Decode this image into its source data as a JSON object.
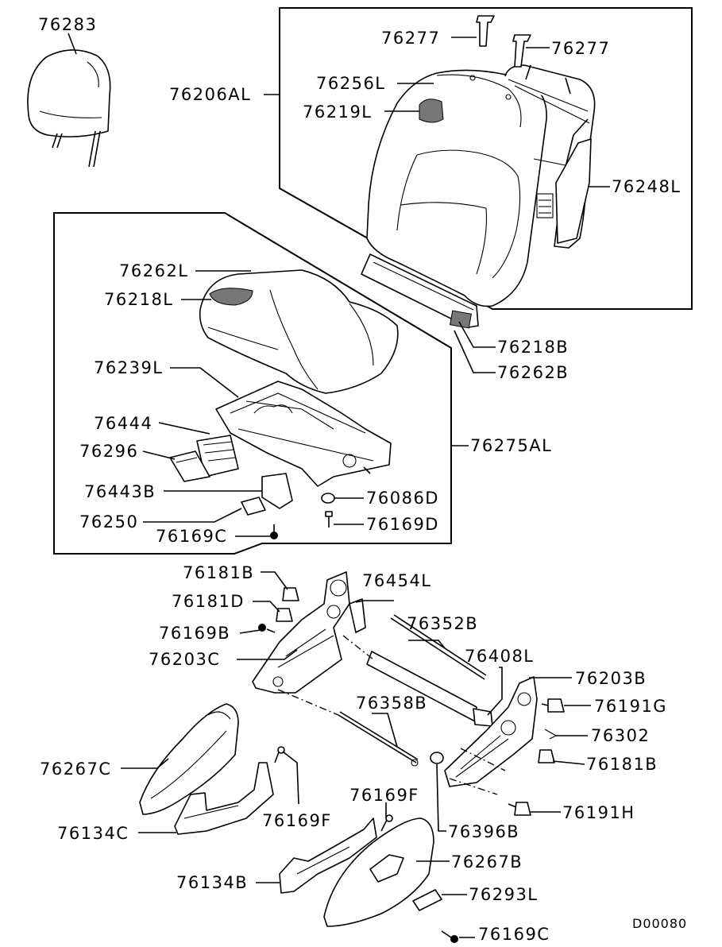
{
  "diagram": {
    "code": "D00080",
    "labels": {
      "p76283": "76283",
      "p76206AL": "76206AL",
      "p76277a": "76277",
      "p76277b": "76277",
      "p76256L": "76256L",
      "p76219L": "76219L",
      "p76248L": "76248L",
      "p76262L": "76262L",
      "p76218L": "76218L",
      "p76218B": "76218B",
      "p76262B": "76262B",
      "p76239L": "76239L",
      "p76275AL": "76275AL",
      "p76444": "76444",
      "p76296": "76296",
      "p76443B": "76443B",
      "p76086D": "76086D",
      "p76250": "76250",
      "p76169D": "76169D",
      "p76169C_top": "76169C",
      "p76181B_top": "76181B",
      "p76454L": "76454L",
      "p76181D": "76181D",
      "p76352B": "76352B",
      "p76169B": "76169B",
      "p76408L": "76408L",
      "p76203C": "76203C",
      "p76203B": "76203B",
      "p76191G": "76191G",
      "p76358B": "76358B",
      "p76302": "76302",
      "p76267C": "76267C",
      "p76181B_r": "76181B",
      "p76191H": "76191H",
      "p76169F_a": "76169F",
      "p76169F_b": "76169F",
      "p76134C": "76134C",
      "p76396B": "76396B",
      "p76267B": "76267B",
      "p76134B": "76134B",
      "p76293L": "76293L",
      "p76169C_bot": "76169C"
    }
  }
}
